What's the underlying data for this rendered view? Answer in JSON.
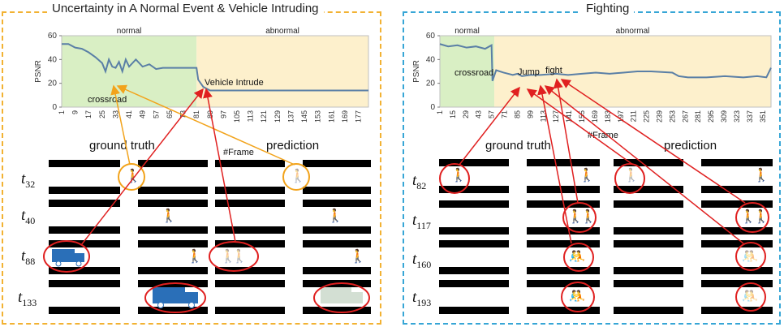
{
  "left": {
    "title": "Uncertainty in A Normal Event & Vehicle Intruding",
    "chart": {
      "region_normal": "normal",
      "region_abnormal": "abnormal",
      "ylabel": "PSNR",
      "yticks": [
        "60",
        "40",
        "20",
        "0"
      ],
      "xticks": [
        "1",
        "9",
        "17",
        "25",
        "33",
        "41",
        "49",
        "57",
        "65",
        "73",
        "81",
        "89",
        "97",
        "105",
        "113",
        "121",
        "129",
        "137",
        "145",
        "153",
        "161",
        "169",
        "177"
      ],
      "xlabel": "#Frame",
      "annotation_crossroad": "crossroad",
      "annotation_vehicle": "Vehicle Intrude"
    },
    "col_ground_truth": "ground truth",
    "col_prediction": "prediction",
    "rows": [
      {
        "t": "t",
        "sub": "32"
      },
      {
        "t": "t",
        "sub": "40"
      },
      {
        "t": "t",
        "sub": "88"
      },
      {
        "t": "t",
        "sub": "133"
      }
    ]
  },
  "right": {
    "title": "Fighting",
    "chart": {
      "region_normal": "normal",
      "region_abnormal": "abnormal",
      "ylabel": "PSNR",
      "yticks": [
        "60",
        "40",
        "20",
        "0"
      ],
      "xticks": [
        "1",
        "15",
        "29",
        "43",
        "57",
        "71",
        "85",
        "99",
        "113",
        "127",
        "141",
        "155",
        "169",
        "183",
        "197",
        "211",
        "225",
        "239",
        "253",
        "267",
        "281",
        "295",
        "309",
        "323",
        "337",
        "351"
      ],
      "xlabel": "#Frame",
      "annotation_crossroad": "crossroad",
      "annotation_jump": "Jump",
      "annotation_fight": "fight"
    },
    "col_ground_truth": "ground truth",
    "col_prediction": "prediction",
    "rows": [
      {
        "t": "t",
        "sub": "82"
      },
      {
        "t": "t",
        "sub": "117"
      },
      {
        "t": "t",
        "sub": "160"
      },
      {
        "t": "t",
        "sub": "193"
      }
    ]
  },
  "chart_data": [
    {
      "type": "line",
      "ylabel": "PSNR",
      "xlabel": "#Frame",
      "ylim": [
        0,
        60
      ],
      "xlim": [
        1,
        183
      ],
      "regions": [
        {
          "label": "normal",
          "x": [
            1,
            81
          ],
          "color": "#d9efc4"
        },
        {
          "label": "abnormal",
          "x": [
            81,
            183
          ],
          "color": "#fdf0cc"
        }
      ],
      "x": [
        1,
        5,
        9,
        13,
        17,
        21,
        25,
        27,
        29,
        31,
        33,
        35,
        37,
        39,
        41,
        45,
        49,
        53,
        57,
        61,
        65,
        73,
        81,
        82,
        85,
        89,
        97,
        105,
        113,
        121,
        129,
        137,
        145,
        153,
        161,
        169,
        177,
        183
      ],
      "values": [
        53,
        53,
        50,
        49,
        46,
        42,
        37,
        30,
        40,
        34,
        33,
        38,
        30,
        40,
        34,
        40,
        34,
        36,
        32,
        33,
        33,
        33,
        33,
        23,
        17,
        14,
        14,
        14,
        14,
        14,
        14,
        14,
        14,
        14,
        14,
        14,
        14,
        14
      ],
      "color": "#5a7fa6"
    },
    {
      "type": "line",
      "ylabel": "PSNR",
      "xlabel": "#Frame",
      "ylim": [
        0,
        60
      ],
      "xlim": [
        1,
        360
      ],
      "regions": [
        {
          "label": "normal",
          "x": [
            1,
            60
          ],
          "color": "#d9efc4"
        },
        {
          "label": "abnormal",
          "x": [
            60,
            360
          ],
          "color": "#fdf0cc"
        }
      ],
      "x": [
        1,
        10,
        20,
        30,
        40,
        50,
        57,
        58,
        62,
        70,
        80,
        85,
        90,
        99,
        110,
        127,
        140,
        155,
        170,
        185,
        200,
        215,
        230,
        253,
        260,
        270,
        290,
        310,
        330,
        345,
        355,
        360
      ],
      "values": [
        53,
        51,
        52,
        50,
        51,
        49,
        52,
        22,
        31,
        29,
        27,
        28,
        26,
        27,
        27,
        28,
        27,
        28,
        29,
        28,
        29,
        30,
        30,
        29,
        26,
        25,
        25,
        26,
        25,
        26,
        25,
        33
      ],
      "color": "#5a7fa6"
    }
  ]
}
